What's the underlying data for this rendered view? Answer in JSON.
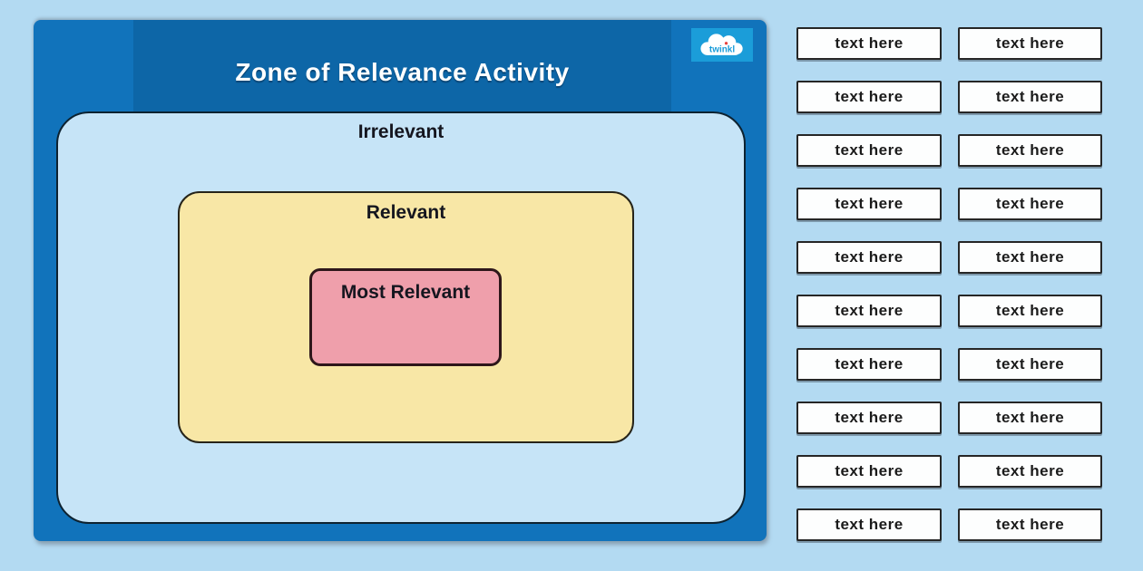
{
  "page": {
    "background": "#b3daf2"
  },
  "board": {
    "title": "Zone of Relevance Activity",
    "colors": {
      "panel": "#1173bb",
      "header": "#0d66a7",
      "title_text": "#ffffff",
      "zone_irrelevant_fill": "#c6e4f7",
      "zone_relevant_fill": "#f8e7a6",
      "zone_most_relevant_fill": "#ef9fab"
    },
    "logo": {
      "brand": "twinkl",
      "square_color": "#1b9dd9",
      "dot_color": "#e8413c"
    },
    "zones": {
      "irrelevant": {
        "label": "Irrelevant"
      },
      "relevant": {
        "label": "Relevant"
      },
      "most_relevant": {
        "label": "Most Relevant"
      }
    }
  },
  "cards": {
    "placeholder": "text here",
    "items": [
      "text here",
      "text here",
      "text here",
      "text here",
      "text here",
      "text here",
      "text here",
      "text here",
      "text here",
      "text here",
      "text here",
      "text here",
      "text here",
      "text here",
      "text here",
      "text here",
      "text here",
      "text here",
      "text here",
      "text here"
    ]
  }
}
